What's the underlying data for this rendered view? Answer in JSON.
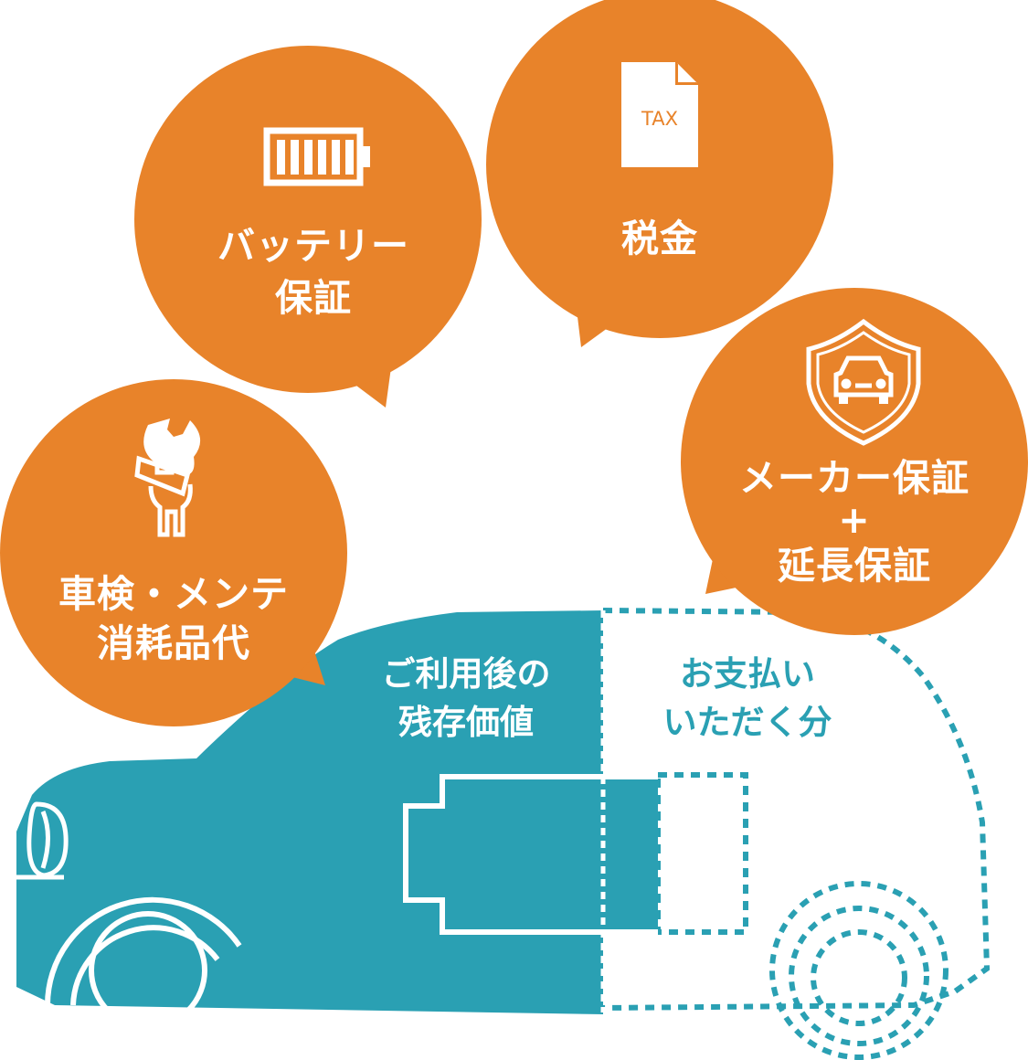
{
  "colors": {
    "bubble": "#e8832a",
    "car": "#2aa0b3",
    "white": "#ffffff"
  },
  "bubbles": {
    "battery": {
      "icon": "battery-icon",
      "lines": [
        "バッテリー",
        "保証"
      ]
    },
    "tax": {
      "icon": "tax-document-icon",
      "icon_text": "TAX",
      "lines": [
        "税金"
      ]
    },
    "inspection": {
      "icon": "wrench-icon",
      "lines": [
        "車検・メンテ",
        "消耗品代"
      ]
    },
    "warranty": {
      "icon": "shield-car-icon",
      "lines": [
        "メーカー保証",
        "+",
        "延長保証"
      ]
    }
  },
  "car": {
    "residual": {
      "lines": [
        "ご利用後の",
        "残存価値"
      ]
    },
    "payment": {
      "lines": [
        "お支払い",
        "いただく分"
      ]
    }
  }
}
